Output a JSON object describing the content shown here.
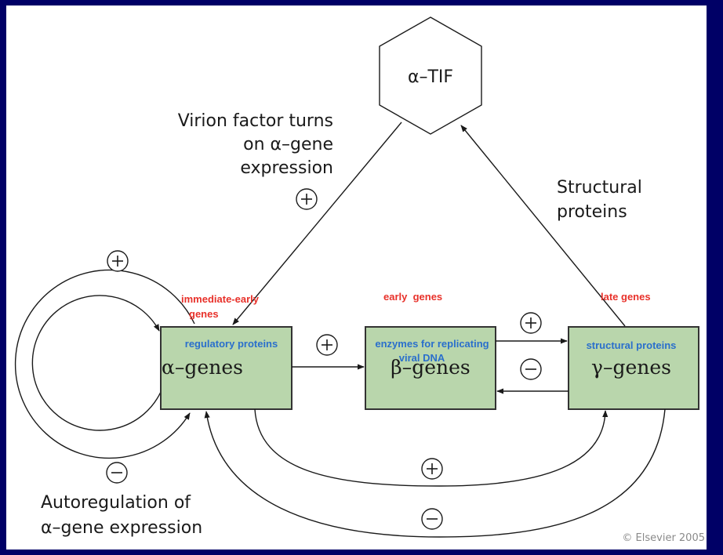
{
  "diagram": {
    "title": "Herpesvirus gene expression cascade",
    "hexagon": {
      "label": "α–TIF"
    },
    "annotations": {
      "virion_factor": [
        "Virion factor turns",
        "on α–gene",
        "expression"
      ],
      "structural": [
        "Structural",
        "proteins"
      ],
      "autoregulation": [
        "Autoregulation of",
        "α–gene expression"
      ]
    },
    "boxes": [
      {
        "id": "alpha",
        "label": "α–genes",
        "class_label": [
          "immediate-early",
          "genes"
        ],
        "product": [
          "regulatory proteins"
        ]
      },
      {
        "id": "beta",
        "label": "β–genes",
        "class_label": [
          "early  genes"
        ],
        "product": [
          "enzymes for replicating",
          "viral DNA"
        ]
      },
      {
        "id": "gamma",
        "label": "γ–genes",
        "class_label": [
          "late genes"
        ],
        "product": [
          "structural proteins"
        ]
      }
    ],
    "signs": {
      "virion_plus": "+",
      "auto_plus": "+",
      "auto_minus": "−",
      "alpha_beta_plus": "+",
      "beta_gamma_plus": "+",
      "gamma_beta_minus": "−",
      "alpha_gamma_plus": "+",
      "gamma_alpha_minus": "−"
    },
    "copyright": "© Elsevier 2005",
    "colors": {
      "frame": "#000066",
      "box_fill": "#b9d6ac",
      "class_label": "#e8312a",
      "product_label": "#2a6fcc"
    }
  }
}
